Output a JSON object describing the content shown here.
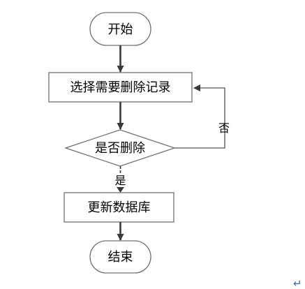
{
  "flowchart": {
    "nodes": {
      "start": "开始",
      "select_records": "选择需要删除记录",
      "confirm_delete": "是否删除",
      "update_database": "更新数据库",
      "end": "结束"
    },
    "edges": {
      "yes": "是",
      "no": "否"
    },
    "paragraph_mark": "↵"
  }
}
